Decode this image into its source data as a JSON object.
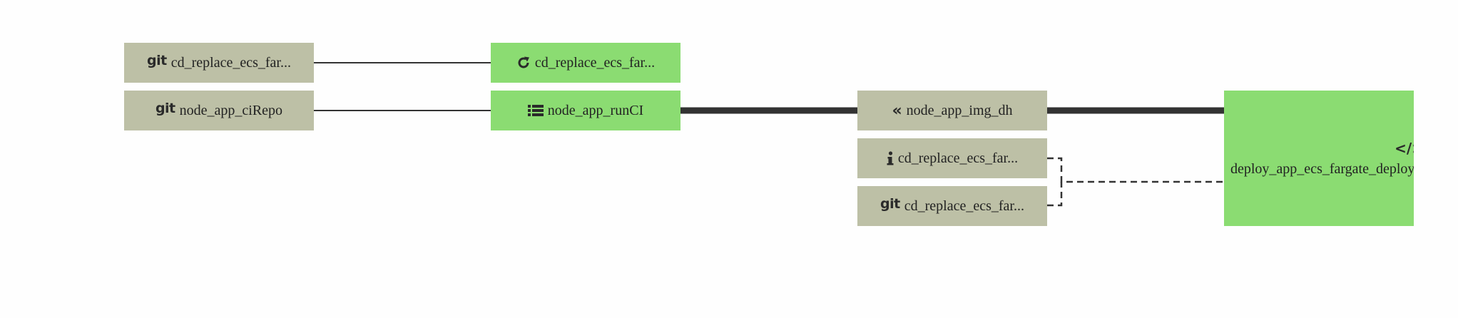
{
  "colors": {
    "resource": "#bdc0a6",
    "job": "#8bdc72",
    "edge": "#333333",
    "background": "#fefefe"
  },
  "nodes": [
    {
      "id": "n1",
      "kind": "resource",
      "icon": "git-icon",
      "label": "cd_replace_ecs_far..."
    },
    {
      "id": "n2",
      "kind": "resource",
      "icon": "git-icon",
      "label": "node_app_ciRepo"
    },
    {
      "id": "n3",
      "kind": "job",
      "icon": "refresh-icon",
      "label": "cd_replace_ecs_far..."
    },
    {
      "id": "n4",
      "kind": "job",
      "icon": "list-icon",
      "label": "node_app_runCI"
    },
    {
      "id": "n5",
      "kind": "resource",
      "icon": "double-chevron-left-icon",
      "label": "node_app_img_dh"
    },
    {
      "id": "n6",
      "kind": "resource",
      "icon": "info-icon",
      "label": "cd_replace_ecs_far..."
    },
    {
      "id": "n7",
      "kind": "resource",
      "icon": "git-icon",
      "label": "cd_replace_ecs_far..."
    },
    {
      "id": "n8",
      "kind": "job",
      "icon": "code-icon",
      "label": "deploy_app_ecs_fargate_deploy",
      "icon_text": "</>"
    }
  ],
  "edges": [
    {
      "from": "n1",
      "to": "n3",
      "style": "thin"
    },
    {
      "from": "n2",
      "to": "n4",
      "style": "thin"
    },
    {
      "from": "n4",
      "to": "n5",
      "style": "thick"
    },
    {
      "from": "n5",
      "to": "n8",
      "style": "thick"
    },
    {
      "from": "n6",
      "to": "n8",
      "style": "dashed"
    },
    {
      "from": "n7",
      "to": "n8",
      "style": "dashed"
    }
  ]
}
